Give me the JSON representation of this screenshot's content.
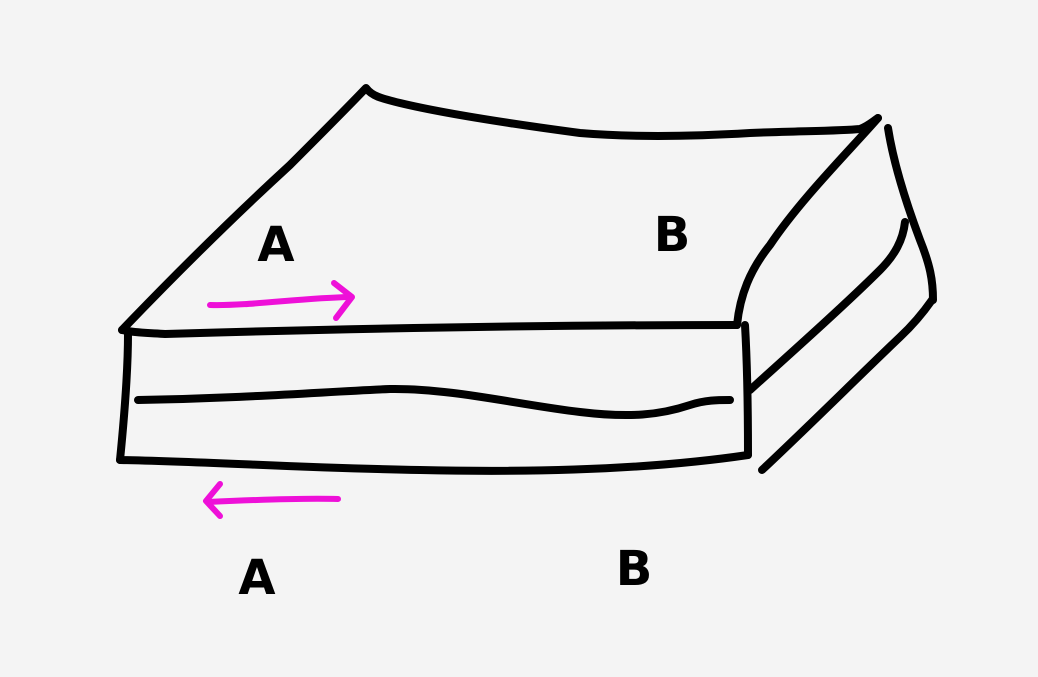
{
  "colors": {
    "background": "#f4f4f4",
    "ink": "#000000",
    "arrow": "#ee10d8"
  },
  "labels": {
    "top_left": "A",
    "top_right": "B",
    "bottom_left": "A",
    "bottom_right": "B"
  },
  "arrows": {
    "top": "right",
    "bottom": "left"
  }
}
